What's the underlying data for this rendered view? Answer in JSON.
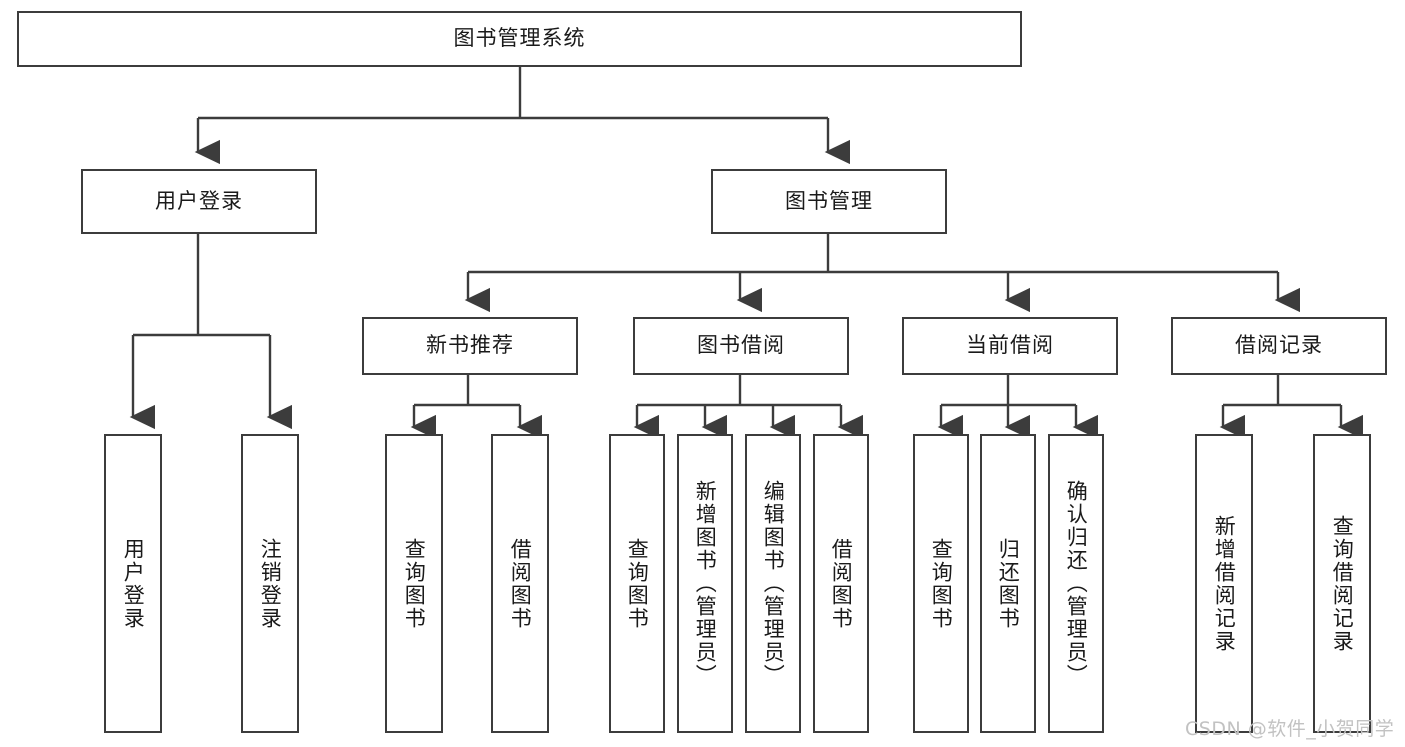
{
  "diagram": {
    "title": "图书管理系统",
    "type": "tree-hierarchy",
    "root": {
      "label": "图书管理系统"
    },
    "level2": [
      {
        "label": "用户登录"
      },
      {
        "label": "图书管理"
      }
    ],
    "level3": [
      {
        "label": "新书推荐"
      },
      {
        "label": "图书借阅"
      },
      {
        "label": "当前借阅"
      },
      {
        "label": "借阅记录"
      }
    ],
    "leaves_user_login": [
      {
        "label": "用户登录"
      },
      {
        "label": "注销登录"
      }
    ],
    "leaves_new_book": [
      {
        "label": "查询图书"
      },
      {
        "label": "借阅图书"
      }
    ],
    "leaves_borrow": [
      {
        "label": "查询图书"
      },
      {
        "label": "新增图书（管理员）"
      },
      {
        "label": "编辑图书（管理员）"
      },
      {
        "label": "借阅图书"
      }
    ],
    "leaves_current": [
      {
        "label": "查询图书"
      },
      {
        "label": "归还图书"
      },
      {
        "label": "确认归还（管理员）"
      }
    ],
    "leaves_records": [
      {
        "label": "新增借阅记录"
      },
      {
        "label": "查询借阅记录"
      }
    ]
  },
  "watermark": {
    "text": "CSDN @软件_小贺同学"
  },
  "colors": {
    "stroke": "#3c3c3c",
    "fill": "#ffffff",
    "text": "#1a1a1a",
    "watermark": "#c2c2c2"
  }
}
